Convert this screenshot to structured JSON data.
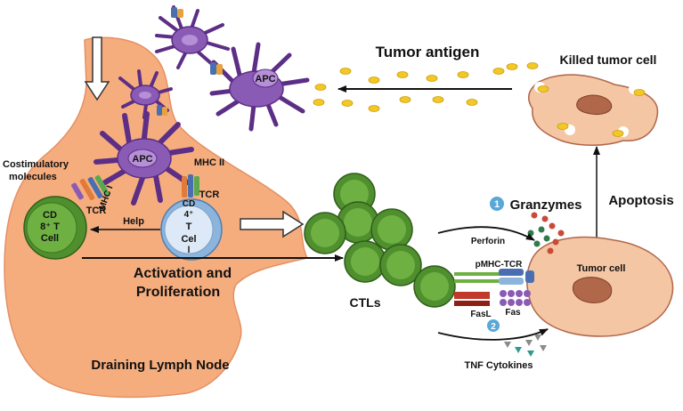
{
  "labels": {
    "tumor_antigen": "Tumor antigen",
    "killed_tumor_cell": "Killed tumor cell",
    "apc_top": "APC",
    "apc_node": "APC",
    "costimulatory": [
      "Costimulatory",
      "molecules"
    ],
    "mhc_i": "MHC I",
    "mhc_ii": "MHC II",
    "tcr_left": "TCR",
    "tcr_right": "TCR",
    "cd8_cell": [
      "CD",
      "8⁺ T",
      "Cell"
    ],
    "cd4_cell": [
      "CD",
      "4⁺",
      "T",
      "Cel",
      "l"
    ],
    "help": "Help",
    "activation": [
      "Activation and",
      "Proliferation"
    ],
    "ctls": "CTLs",
    "draining_lymph_node": "Draining Lymph Node",
    "granzymes_num": "1",
    "granzymes": "Granzymes",
    "perforin": "Perforin",
    "apoptosis": "Apoptosis",
    "pmhc_tcr": "pMHC-TCR",
    "tumor_cell": "Tumor cell",
    "fasl": "FasL",
    "fas": "Fas",
    "tnf_num": "2",
    "tnf_cytokines": "TNF Cytokines"
  },
  "colors": {
    "lymph_node": "#f6ad7e",
    "lymph_node_stroke": "#e49063",
    "apc_fill": "#8a5bb5",
    "apc_dark": "#5c2e86",
    "apc_nucleus": "#b690d6",
    "cd8_outer": "#4f8f2e",
    "cd8_inner": "#6fb043",
    "cd4_outer": "#8db4dc",
    "cd4_inner": "#dde9f6",
    "tumor_fill": "#f4c6a4",
    "tumor_nucleus": "#b0674a",
    "antigen": "#f3c726",
    "badge": "#5aa8d8",
    "granzyme_red": "#c94a36",
    "granzyme_green": "#2f7a4e",
    "tnf_gray": "#8a8a8a",
    "tnf_teal": "#2f9a8f"
  },
  "icons": [
    "open-arrow-down-icon",
    "open-arrow-right-icon",
    "receptor-icon"
  ]
}
